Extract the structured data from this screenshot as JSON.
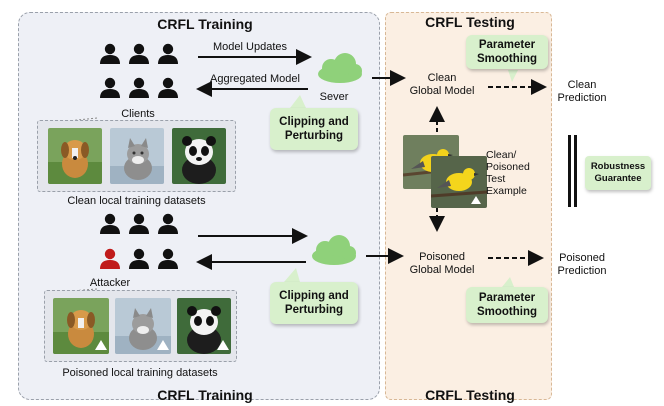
{
  "training_panel": {
    "top_title": "CRFL Training",
    "bottom_title": "CRFL Training"
  },
  "testing_panel": {
    "top_title": "CRFL Testing",
    "bottom_title": "CRFL Testing"
  },
  "labels": {
    "model_updates": "Model Updates",
    "aggregated_model": "Aggregated Model",
    "clients": "Clients",
    "server": "Sever",
    "attacker": "Attacker",
    "clean_datasets": "Clean local training datasets",
    "poisoned_datasets": "Poisoned local training datasets",
    "clean_global_model_1": "Clean",
    "clean_global_model_2": "Global Model",
    "poisoned_global_model_1": "Poisoned",
    "poisoned_global_model_2": "Global Model",
    "clean_prediction_1": "Clean",
    "clean_prediction_2": "Prediction",
    "poisoned_prediction_1": "Poisoned",
    "poisoned_prediction_2": "Prediction",
    "test_example_1": "Clean/",
    "test_example_2": "Poisoned",
    "test_example_3": "Test",
    "test_example_4": "Example"
  },
  "green_boxes": {
    "clipping_top_1": "Clipping and",
    "clipping_top_2": "Perturbing",
    "clipping_bottom_1": "Clipping and",
    "clipping_bottom_2": "Perturbing",
    "smoothing_top_1": "Parameter",
    "smoothing_top_2": "Smoothing",
    "smoothing_bottom_1": "Parameter",
    "smoothing_bottom_2": "Smoothing",
    "robustness_1": "Robustness",
    "robustness_2": "Guarantee"
  },
  "colors": {
    "person": "#111111",
    "attacker": "#c01b1b",
    "cloud": "#8fd17a",
    "green_box": "#d8f0cc",
    "train_bg": "#eef0f6",
    "test_bg": "#fbefe3"
  }
}
